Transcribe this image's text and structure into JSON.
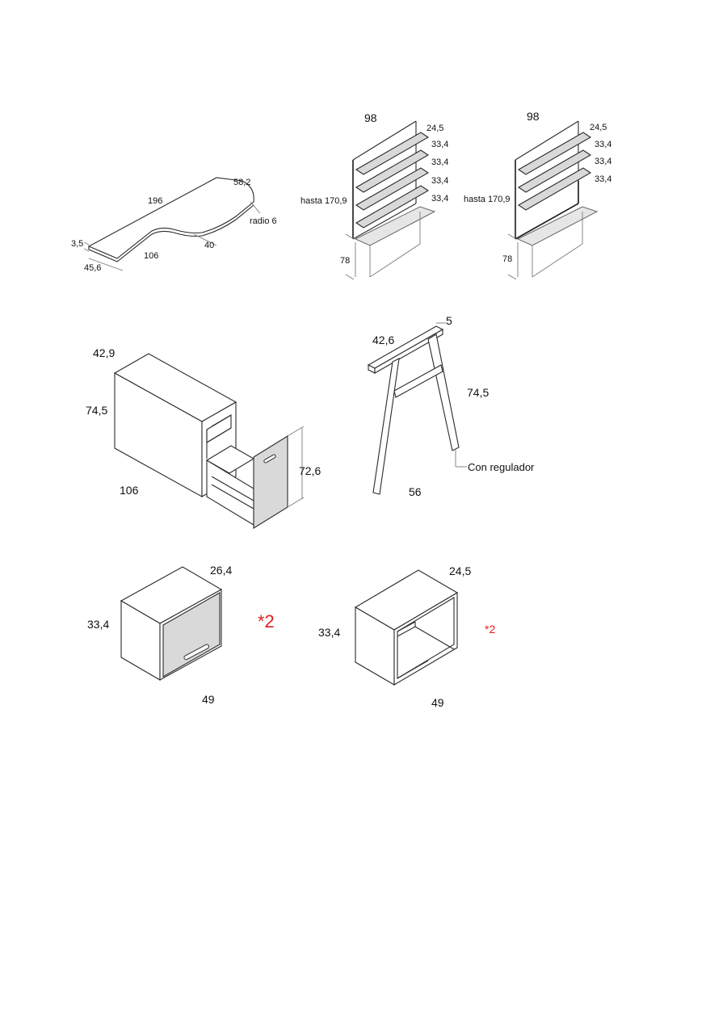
{
  "desk_top": {
    "dim_length": "196",
    "dim_return_width": "58,2",
    "dim_radius": "radio 6",
    "dim_thickness": "3,5",
    "dim_depth": "45,6",
    "dim_front": "106",
    "dim_inner": "40"
  },
  "shelf_unit_a": {
    "dim_width": "98",
    "dim_height": "hasta 170,9",
    "dim_base": "78",
    "shelf_spacings": [
      "24,5",
      "33,4",
      "33,4",
      "33,4",
      "33,4"
    ]
  },
  "shelf_unit_b": {
    "dim_width": "98",
    "dim_height": "hasta 170,9",
    "dim_base": "78",
    "shelf_spacings": [
      "24,5",
      "33,4",
      "33,4",
      "33,4"
    ]
  },
  "drawer_cabinet": {
    "dim_depth": "42,9",
    "dim_height": "74,5",
    "dim_length": "106",
    "dim_drawer": "72,6"
  },
  "leg": {
    "dim_depth": "42,6",
    "dim_thickness": "5",
    "dim_height": "74,5",
    "dim_width": "56",
    "label_regulator": "Con regulador"
  },
  "wall_cabinet_door": {
    "dim_depth": "26,4",
    "dim_height": "33,4",
    "dim_width": "49",
    "note": "*2"
  },
  "wall_cabinet_open": {
    "dim_depth": "24,5",
    "dim_height": "33,4",
    "dim_width": "49",
    "note": "*2"
  }
}
